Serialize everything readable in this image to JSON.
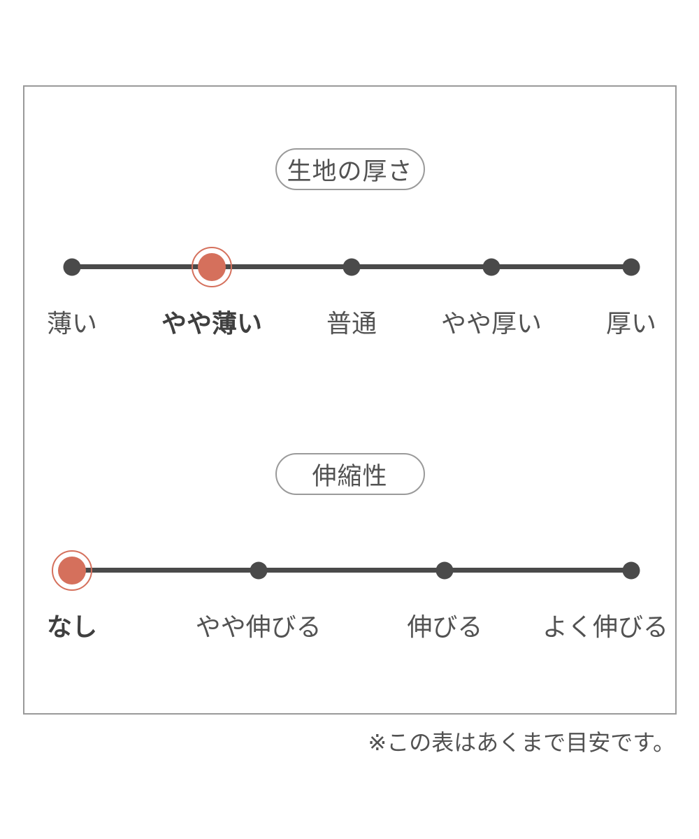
{
  "panel": {
    "note": "※この表はあくまで目安です。"
  },
  "colors": {
    "accent": "#d5705c",
    "track": "#4a4a4a",
    "text": "#525252",
    "border": "#9a9a9a"
  },
  "chart_data": [
    {
      "type": "scale",
      "title": "生地の厚さ",
      "categories": [
        "薄い",
        "やや薄い",
        "普通",
        "やや厚い",
        "厚い"
      ],
      "selected_index": 1,
      "selected_label": "やや薄い",
      "legend_position": "none",
      "grid": false
    },
    {
      "type": "scale",
      "title": "伸縮性",
      "categories": [
        "なし",
        "やや伸びる",
        "伸びる",
        "よく伸びる"
      ],
      "selected_index": 0,
      "selected_label": "なし",
      "legend_position": "none",
      "grid": false
    }
  ]
}
